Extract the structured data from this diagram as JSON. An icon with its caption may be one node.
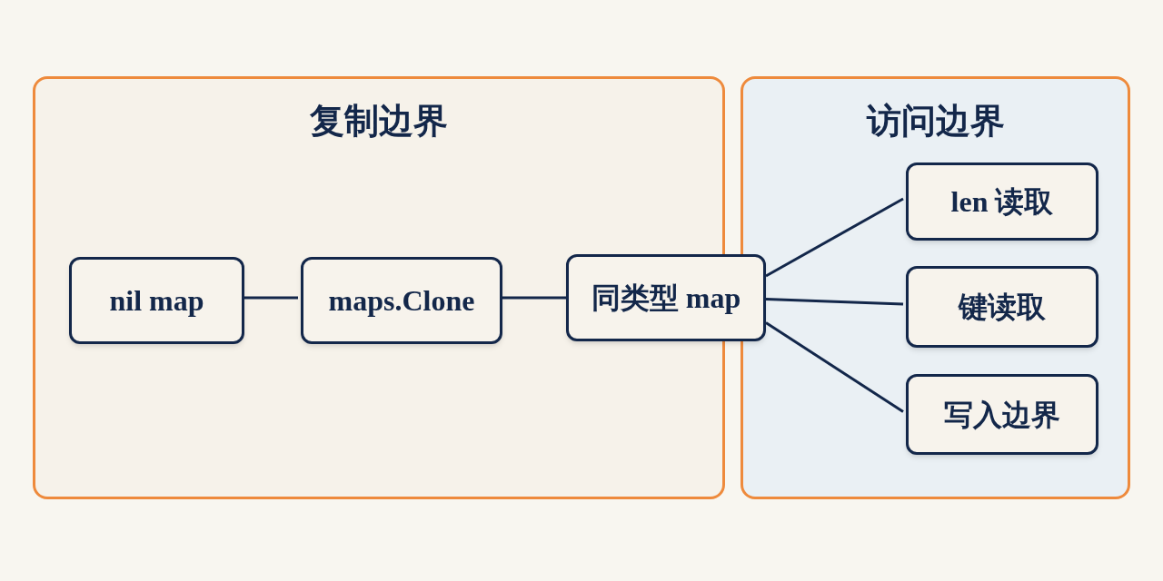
{
  "diagram": {
    "nodes": [
      {
        "text": [
          "复制边界"
        ]
      },
      {
        "text": [
          "访问边界"
        ]
      },
      {
        "text": [
          "nil map"
        ],
        "in": 0
      },
      {
        "text": [
          "maps.Clone"
        ],
        "in": 0
      },
      {
        "text": [
          "同类型 map"
        ]
      },
      {
        "text": [
          "len 读取"
        ],
        "in": 1
      },
      {
        "text": [
          "键读取"
        ],
        "in": 1
      },
      {
        "text": [
          "写入边界"
        ],
        "in": 1
      }
    ],
    "edges": [
      {
        "from": 2,
        "to": 3,
        "arrow": "none"
      },
      {
        "from": 3,
        "to": 4,
        "arrow": "none"
      },
      {
        "from": 4,
        "to": 5,
        "arrow": "none"
      },
      {
        "from": 4,
        "to": 6,
        "arrow": "none"
      },
      {
        "from": 4,
        "to": 7,
        "arrow": "none"
      }
    ]
  }
}
